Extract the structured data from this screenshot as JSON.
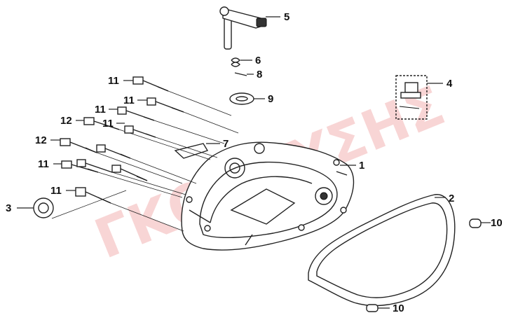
{
  "watermark": {
    "text": "ΓΚΟΡΟΥΣΗΣ"
  },
  "callouts": {
    "c1": "1",
    "c2": "2",
    "c3": "3",
    "c4": "4",
    "c5": "5",
    "c6": "6",
    "c7": "7",
    "c8": "8",
    "c9": "9",
    "c10a": "10",
    "c10b": "10",
    "c11a": "11",
    "c11b": "11",
    "c11c": "11",
    "c11d": "11",
    "c11e": "11",
    "c11f": "11",
    "c12a": "12",
    "c12b": "12"
  },
  "colors": {
    "watermark": "#f3b4b4",
    "lines": "#222222"
  }
}
